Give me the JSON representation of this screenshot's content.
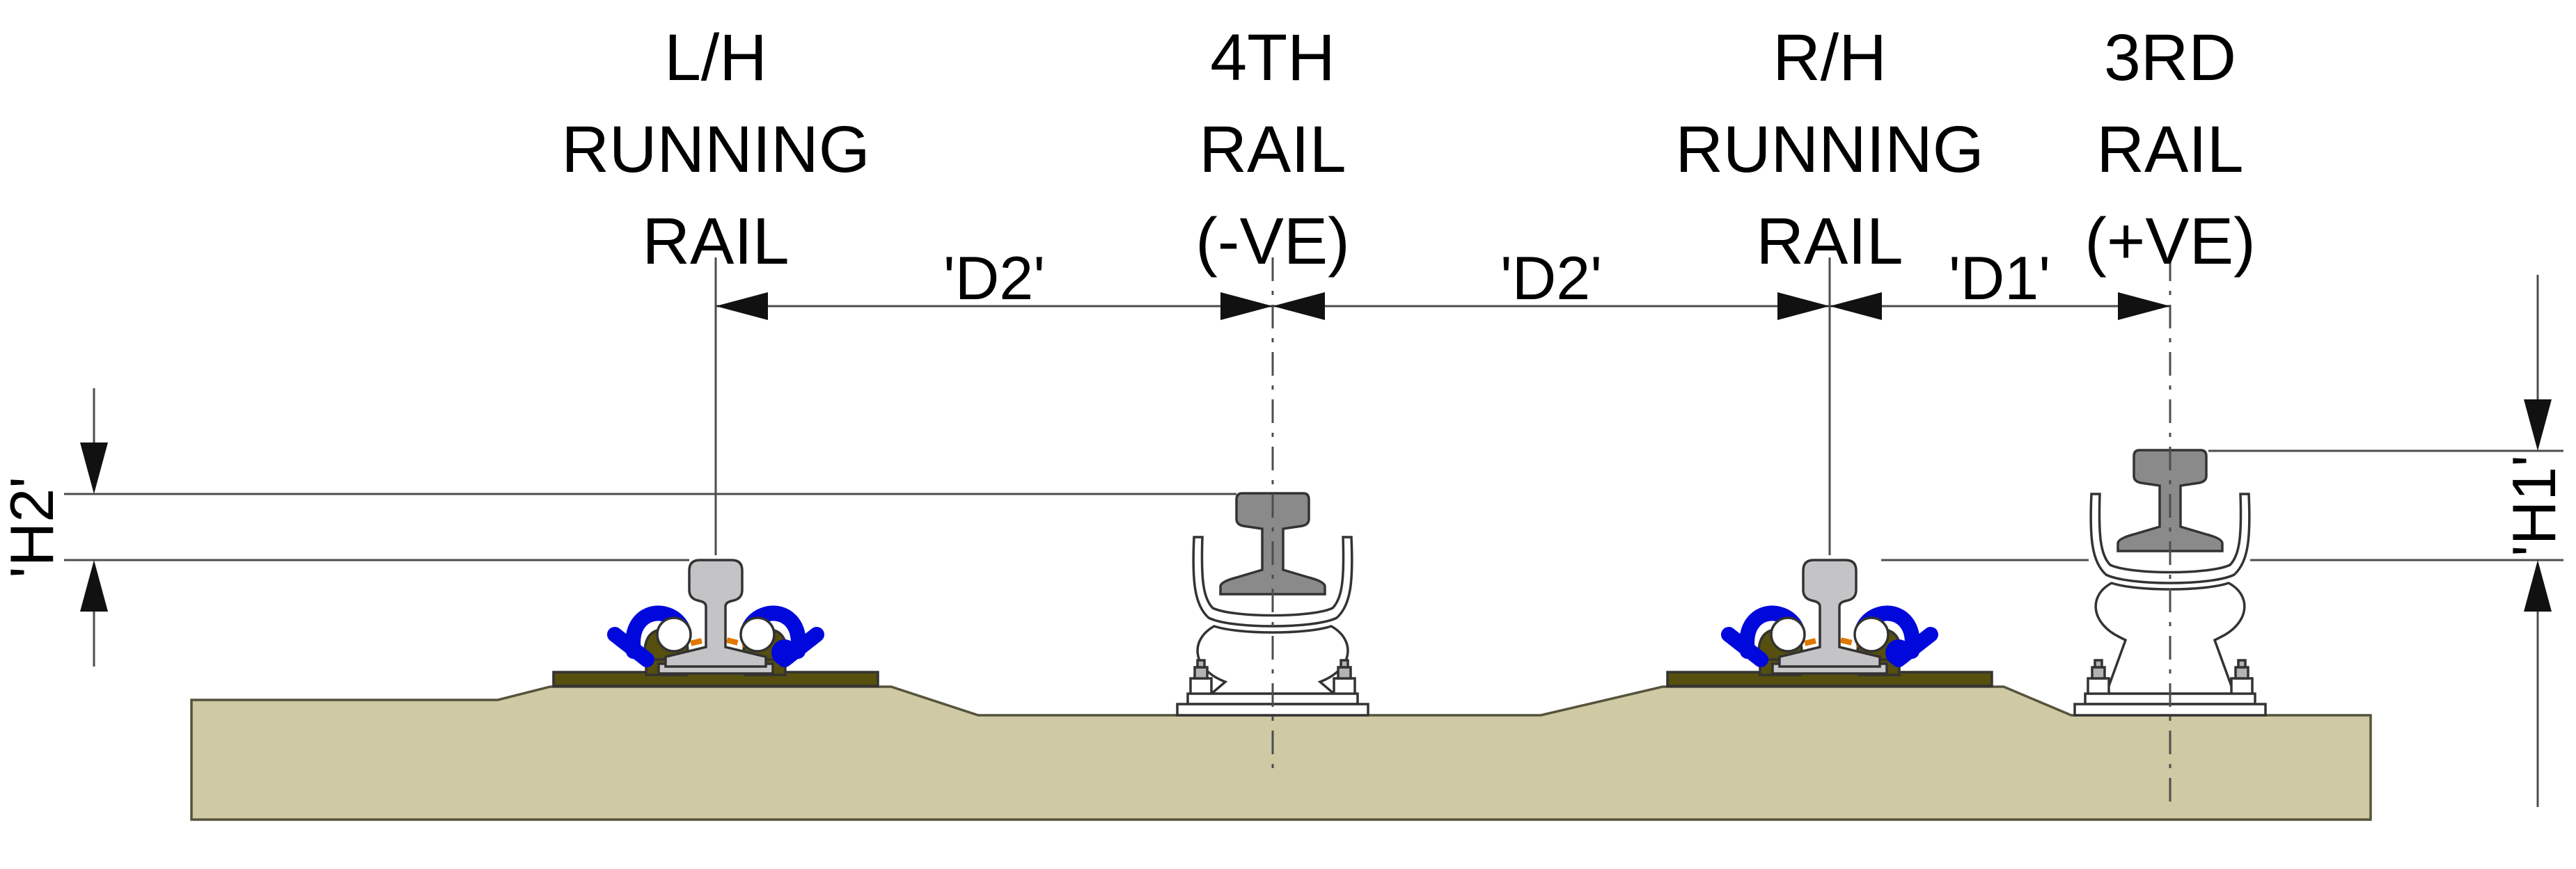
{
  "diagram_title": "Track cross section with running rails, 3rd rail and 4th rail",
  "rail_labels": {
    "lh": [
      "L/H",
      "RUNNING",
      "RAIL"
    ],
    "fourth": [
      "4TH",
      "RAIL",
      "(-VE)"
    ],
    "rh": [
      "R/H",
      "RUNNING",
      "RAIL"
    ],
    "third": [
      "3RD",
      "RAIL",
      "(+VE)"
    ]
  },
  "dimensions": {
    "d2_left": "'D2'",
    "d2_right": "'D2'",
    "d1": "'D1'",
    "h2": "'H2'",
    "h1": "'H1'"
  },
  "colors": {
    "background": "#ffffff",
    "ground": "#cfc9a4",
    "ground_outline": "#55533b",
    "baseplate": "#564f0e",
    "rail_running": "#c4c4c6",
    "rail_conductor": "#8a8a8a",
    "clip": "#0008dc",
    "pad": "#e07800",
    "insulator": "#ffffff",
    "pad_plate": "#c8c8c8",
    "bolt": "#b3b3b3",
    "outline": "#333333",
    "dim_line": "#4d4d4d",
    "arrow": "#111111",
    "text": "#000000"
  }
}
